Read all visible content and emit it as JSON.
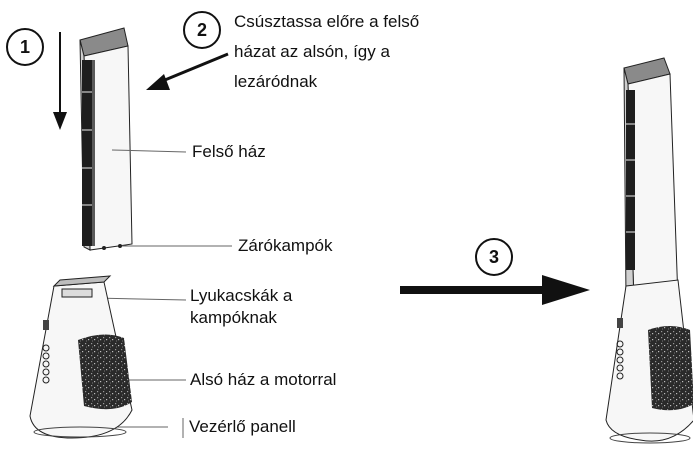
{
  "steps": {
    "s1": "1",
    "s2": "2",
    "s3": "3"
  },
  "instruction": {
    "line1": "Csúsztassa előre a felső",
    "line2": "házat az alsón, így a",
    "line3": "lezáródnak"
  },
  "labels": {
    "upper_housing": "Felső ház",
    "locking_hooks": "Zárókampók",
    "holes_line1": "Lyukacskák a",
    "holes_line2": "kampóknak",
    "lower_housing": "Alsó ház a motorral",
    "control_panel": "Vezérlő panell"
  },
  "colors": {
    "outline": "#222222",
    "dark_panel": "#1e1e1e",
    "body_fill": "#f7f7f7"
  }
}
